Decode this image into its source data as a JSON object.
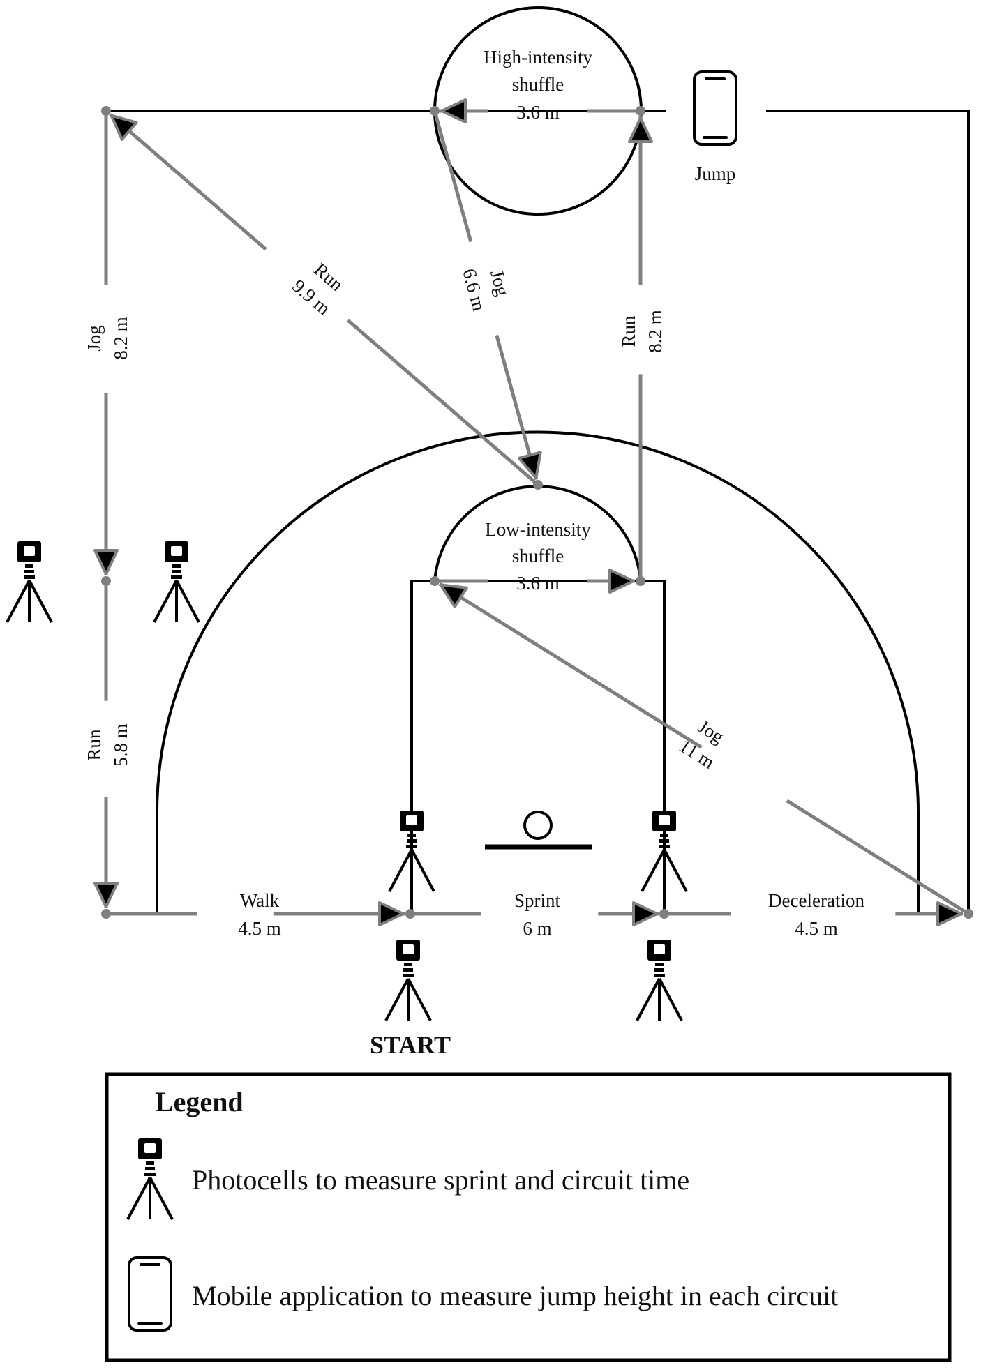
{
  "areas": {
    "high_intensity": [
      "High-intensity",
      "shuffle"
    ],
    "low_intensity": [
      "Low-intensity",
      "shuffle"
    ]
  },
  "segments": {
    "walk": [
      "Walk",
      "4.5 m"
    ],
    "sprint": [
      "Sprint",
      "6 m"
    ],
    "deceleration": [
      "Deceleration",
      "4.5 m"
    ],
    "jog_diag_11": [
      "Jog",
      "11 m"
    ],
    "low_shuffle": [
      "3.6 m"
    ],
    "run_right": [
      "Run",
      "8.2 m"
    ],
    "high_shuffle": [
      "3.6 m"
    ],
    "jog_diag_66": [
      "Jog",
      "6.6 m"
    ],
    "run_diag_99": [
      "Run",
      "9.9 m"
    ],
    "jog_left": [
      "Jog",
      "8.2 m"
    ],
    "run_left": [
      "Run",
      "5.8 m"
    ]
  },
  "markers": {
    "jump": "Jump",
    "start": "START"
  },
  "legend": {
    "title": "Legend",
    "photocell": "Photocells to measure sprint and circuit time",
    "phone": "Mobile application to measure jump height in each circuit"
  },
  "icons": {
    "photocell": "tripod-photocell-icon",
    "phone": "smartphone-icon"
  },
  "colors": {
    "route": "#7f7f7f",
    "court": "#000000"
  }
}
